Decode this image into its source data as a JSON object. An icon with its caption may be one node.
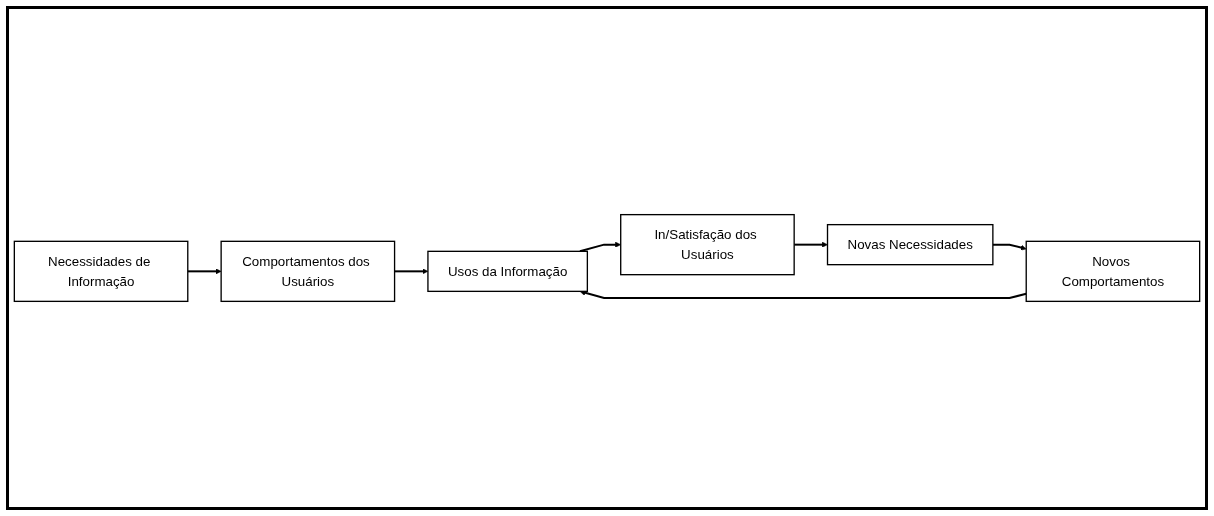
{
  "diagram": {
    "nodes": [
      {
        "text": [
          "Necessidades de Informação"
        ]
      },
      {
        "text": [
          "Comportamentos dos Usuários"
        ]
      },
      {
        "text": [
          "Usos da Informação"
        ]
      },
      {
        "text": [
          "In/Satisfação dos Usuários"
        ]
      },
      {
        "text": [
          "Novas Necessidades"
        ]
      },
      {
        "text": [
          "Novos Comportamentos"
        ]
      }
    ],
    "edges": [
      {
        "from": 0,
        "to": 1,
        "arrow": "to"
      },
      {
        "from": 1,
        "to": 2,
        "arrow": "to"
      },
      {
        "from": 2,
        "to": 3,
        "arrow": "to"
      },
      {
        "from": 3,
        "to": 4,
        "arrow": "to"
      },
      {
        "from": 4,
        "to": 5,
        "arrow": "to"
      },
      {
        "from": 5,
        "to": 2,
        "arrow": "to"
      }
    ]
  }
}
